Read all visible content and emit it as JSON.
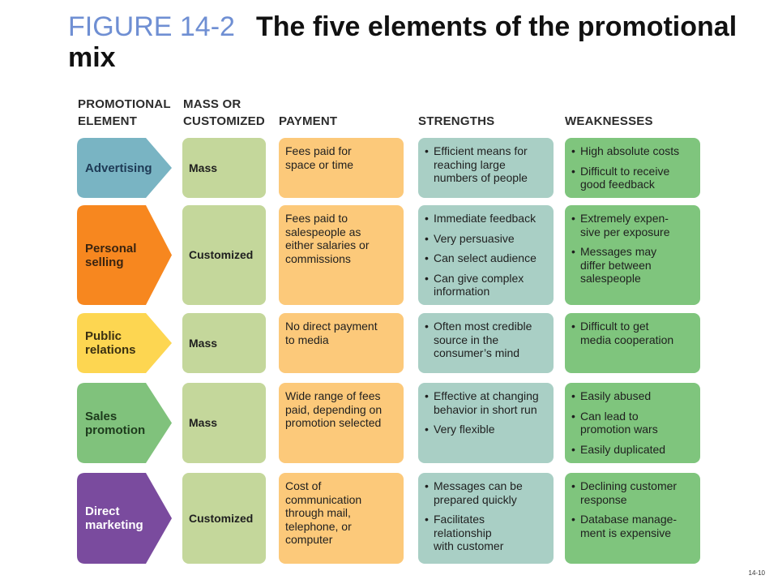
{
  "title": {
    "figure": "FIGURE 14-2",
    "text": "The five elements of the promotional mix"
  },
  "headers": {
    "element": "PROMOTIONAL\nELEMENT",
    "mass": "MASS OR\nCUSTOMIZED",
    "payment": "PAYMENT",
    "strengths": "STRENGTHS",
    "weaknesses": "WEAKNESSES"
  },
  "rows": [
    {
      "element": "Advertising",
      "color": "#79b4c3",
      "text_color": "#1e3a55",
      "mass": "Mass",
      "payment": "Fees paid for\nspace or time",
      "strengths": [
        "Efficient means for\nreaching large\nnumbers of people"
      ],
      "weaknesses": [
        "High absolute costs",
        "Difficult to receive\ngood feedback"
      ]
    },
    {
      "element": "Personal\nselling",
      "color": "#f7871f",
      "text_color": "#3a2410",
      "mass": "Customized",
      "payment": "Fees paid to\nsalespeople as\neither salaries or\ncommissions",
      "strengths": [
        "Immediate feedback",
        "Very persuasive",
        "Can select audience",
        "Can give complex\ninformation"
      ],
      "weaknesses": [
        "Extremely expen-\nsive per exposure",
        "Messages may\ndiffer between\nsalespeople"
      ]
    },
    {
      "element": "Public\nrelations",
      "color": "#fdd651",
      "text_color": "#3a3012",
      "mass": "Mass",
      "payment": "No direct payment\nto media",
      "strengths": [
        "Often most credible\nsource in the\nconsumer’s mind"
      ],
      "weaknesses": [
        "Difficult to get\nmedia cooperation"
      ]
    },
    {
      "element": "Sales\npromotion",
      "color": "#80c27c",
      "text_color": "#1d3a1c",
      "mass": "Mass",
      "payment": "Wide range of fees\npaid, depending on\npromotion selected",
      "strengths": [
        "Effective at changing\nbehavior in short run",
        "Very flexible"
      ],
      "weaknesses": [
        "Easily abused",
        "Can lead to\npromotion wars",
        "Easily duplicated"
      ]
    },
    {
      "element": "Direct\nmarketing",
      "color": "#7a4b9e",
      "text_color": "#ffffff",
      "mass": "Customized",
      "payment": "Cost of\ncommunication\nthrough mail,\ntelephone, or\ncomputer",
      "strengths": [
        "Messages can be\nprepared quickly",
        "Facilitates\nrelationship\nwith customer"
      ],
      "weaknesses": [
        "Declining customer\nresponse",
        "Database manage-\nment is expensive"
      ]
    }
  ],
  "page_number": "14-10"
}
